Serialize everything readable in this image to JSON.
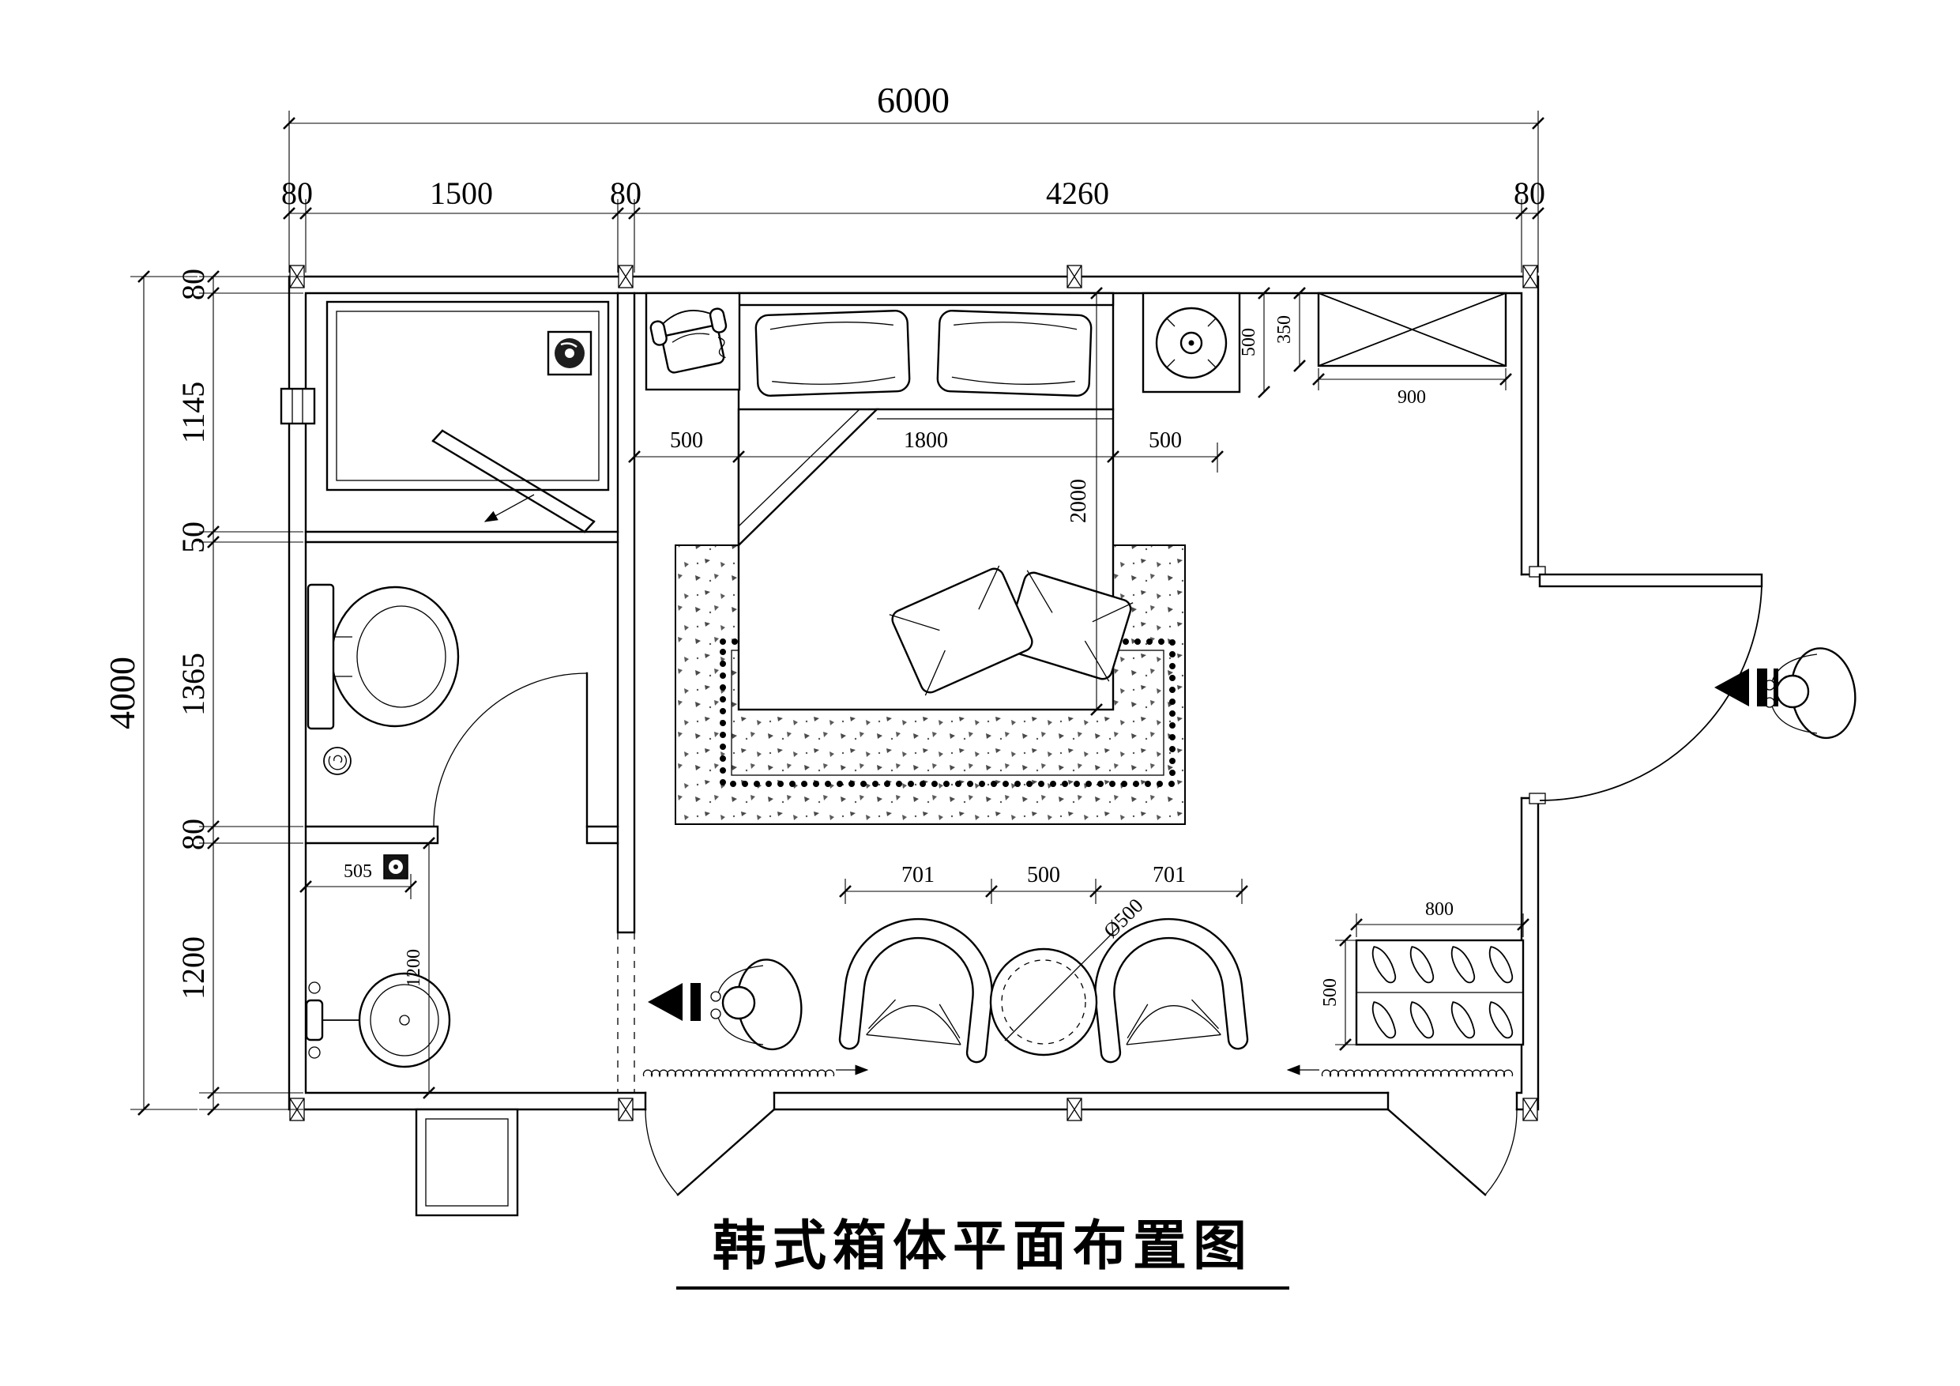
{
  "title": {
    "text": "韩式箱体平面布置图"
  },
  "dims": {
    "overall_width": "6000",
    "overall_height": "4000",
    "top_row": [
      "80",
      "1500",
      "80",
      "4260",
      "80"
    ],
    "left_col": [
      "80",
      "1145",
      "50",
      "1365",
      "80",
      "1200"
    ],
    "bed_row": [
      "500",
      "1800",
      "500"
    ],
    "bed_length": "2000",
    "nightstand_depth": "500",
    "cabinet_depth": "350",
    "cabinet_width": "900",
    "seating_row": [
      "701",
      "500",
      "701"
    ],
    "table_diameter": "Ø500",
    "shoe_cabinet_width": "800",
    "shoe_cabinet_depth": "500",
    "basin_counter_width": "505",
    "basin_room_depth": "1200"
  }
}
